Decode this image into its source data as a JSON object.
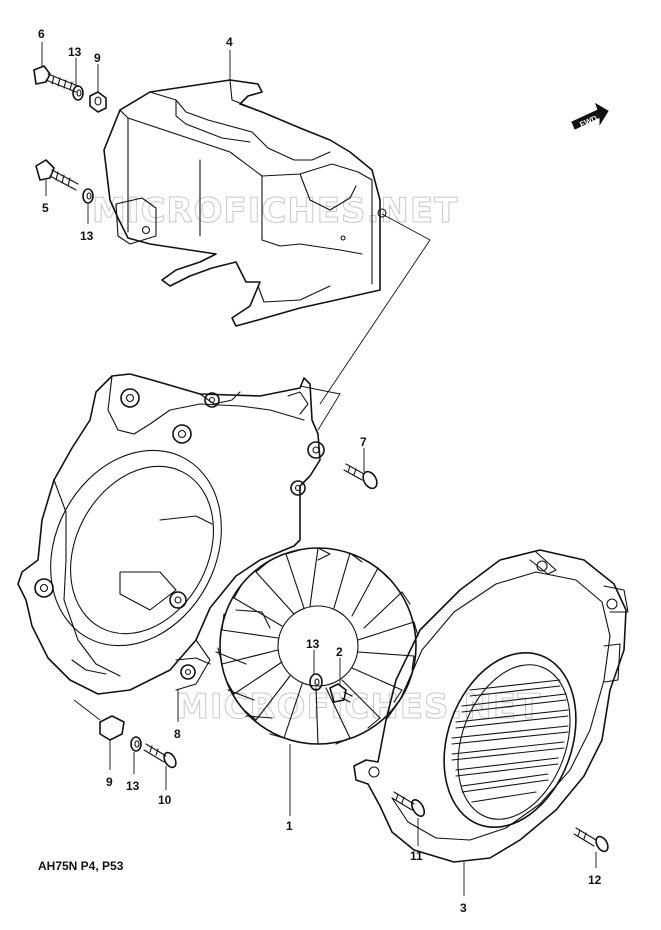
{
  "diagram": {
    "model_label": "AH75N P4, P53",
    "watermark": "MICROFICHES.NET",
    "direction_tag": "FWD",
    "callouts": [
      {
        "id": "c6a",
        "text": "6"
      },
      {
        "id": "c13a",
        "text": "13"
      },
      {
        "id": "c9a",
        "text": "9"
      },
      {
        "id": "c4",
        "text": "4"
      },
      {
        "id": "c5",
        "text": "5"
      },
      {
        "id": "c13b",
        "text": "13"
      },
      {
        "id": "c7",
        "text": "7"
      },
      {
        "id": "c13c",
        "text": "13"
      },
      {
        "id": "c2",
        "text": "2"
      },
      {
        "id": "c8",
        "text": "8"
      },
      {
        "id": "c9b",
        "text": "9"
      },
      {
        "id": "c13d",
        "text": "13"
      },
      {
        "id": "c10",
        "text": "10"
      },
      {
        "id": "c1",
        "text": "1"
      },
      {
        "id": "c11",
        "text": "11"
      },
      {
        "id": "c12",
        "text": "12"
      },
      {
        "id": "c3",
        "text": "3"
      }
    ]
  }
}
